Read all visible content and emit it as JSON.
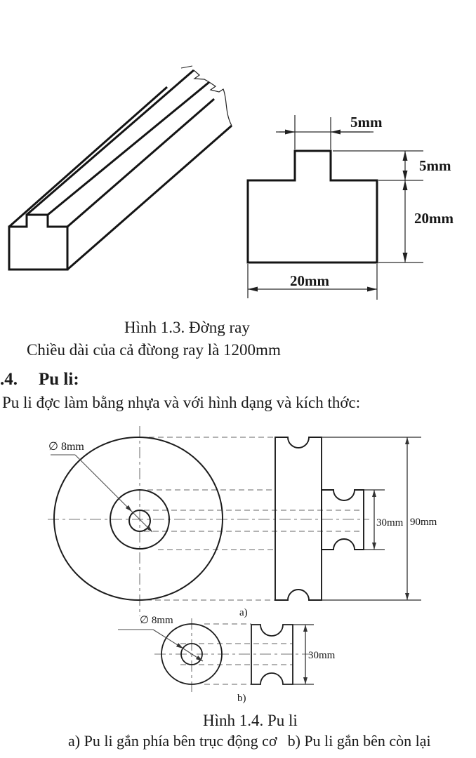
{
  "palette": {
    "ink": "#1a1a1a",
    "drawing_line": "#1c1c1c",
    "center_line_gray": "#757575",
    "background": "#ffffff"
  },
  "figure_rail": {
    "caption": "Hình 1.3. Đờng ray",
    "dims": {
      "rib_width": "5mm",
      "rib_height": "5mm",
      "body_height": "20mm",
      "body_width": "20mm"
    }
  },
  "paragraphs": {
    "rail_length": "Chiều dài của cả đừong ray là 1200mm",
    "section_number": ".4.",
    "section_title": "Pu li:",
    "pulley_intro": "Pu li đợc làm bằng nhựa và với hình dạng và kích thớc:"
  },
  "figure_pulley": {
    "caption": "Hình 1.4. Pu li",
    "subcaption_a": "a) Pu li gắn phía bên trục động cơ",
    "subcaption_b": "b) Pu li gắn bên còn lại",
    "part_a": {
      "label": "a)",
      "dim_hole": "∅ 8mm",
      "dim_hub": "30mm",
      "dim_outer": "90mm"
    },
    "part_b": {
      "label": "b)",
      "dim_hole": "∅ 8mm",
      "dim_width": "30mm"
    }
  }
}
